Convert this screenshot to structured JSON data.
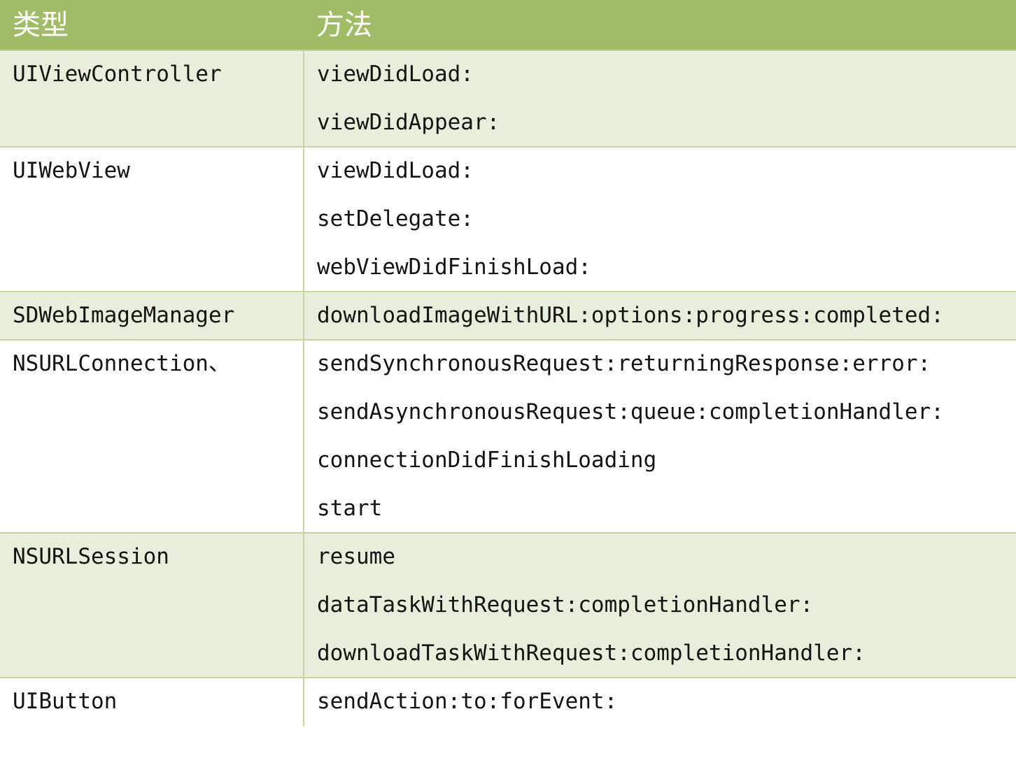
{
  "table": {
    "headers": {
      "type": "类型",
      "method": "方法"
    },
    "colors": {
      "header_background": "#a0bc66",
      "header_text": "#ffffff",
      "row_shaded": "#e9eddc",
      "row_plain": "#ffffff",
      "border": "#c8d2a3",
      "body_text": "#141414"
    },
    "rows": [
      {
        "type": "UIViewController",
        "shaded": true,
        "methods": [
          "viewDidLoad:",
          "viewDidAppear:"
        ]
      },
      {
        "type": "UIWebView",
        "shaded": false,
        "methods": [
          "viewDidLoad:",
          "setDelegate:",
          "webViewDidFinishLoad:"
        ]
      },
      {
        "type": "SDWebImageManager",
        "shaded": true,
        "methods": [
          "downloadImageWithURL:options:progress:completed:"
        ]
      },
      {
        "type": "NSURLConnection、",
        "shaded": false,
        "methods": [
          "sendSynchronousRequest:returningResponse:error:",
          "sendAsynchronousRequest:queue:completionHandler:",
          "connectionDidFinishLoading",
          "start"
        ]
      },
      {
        "type": "NSURLSession",
        "shaded": true,
        "methods": [
          "resume",
          "dataTaskWithRequest:completionHandler:",
          "downloadTaskWithRequest:completionHandler:"
        ]
      },
      {
        "type": "UIButton",
        "shaded": false,
        "methods": [
          "sendAction:to:forEvent:"
        ]
      }
    ]
  }
}
